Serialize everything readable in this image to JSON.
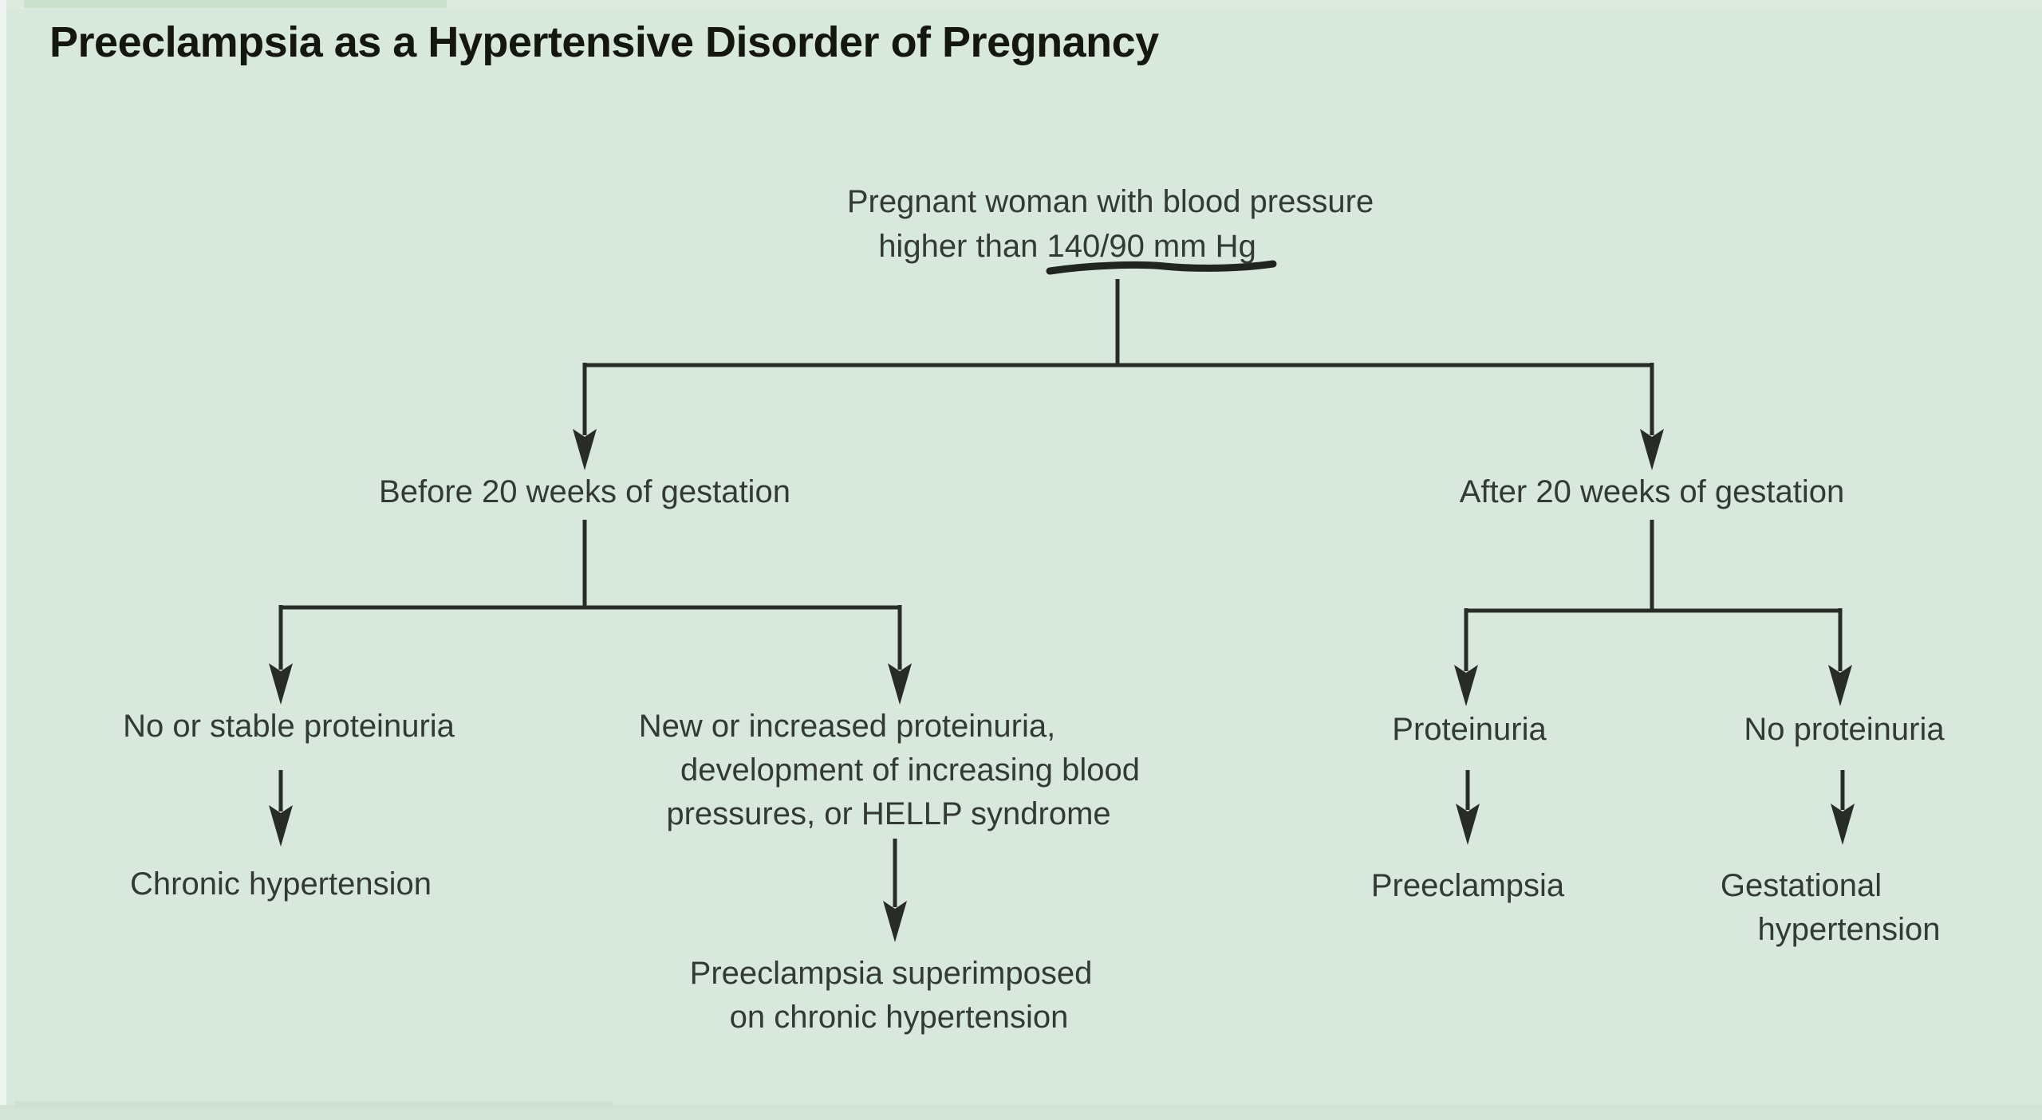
{
  "title": "Preeclampsia as a Hypertensive Disorder of Pregnancy",
  "colors": {
    "background": "#d9e8dc",
    "ink_lines": "#272c26",
    "body_text": "#333a33",
    "title_text": "#14170f"
  },
  "diagram": {
    "root": {
      "line1": "Pregnant woman with blood pressure",
      "line2_prefix": "higher than ",
      "line2_emphasis": "140/90 mm Hg",
      "emphasis_style": "hand-drawn underline"
    },
    "branch_left": {
      "label": "Before 20 weeks of gestation",
      "child1": {
        "label": "No or stable proteinuria",
        "outcome": "Chronic hypertension"
      },
      "child2": {
        "label_line1": "New or increased proteinuria,",
        "label_line2": "development of increasing blood",
        "label_line3": "pressures, or HELLP syndrome",
        "outcome_line1": "Preeclampsia superimposed",
        "outcome_line2": "on chronic hypertension"
      }
    },
    "branch_right": {
      "label": "After 20 weeks of gestation",
      "child1": {
        "label": "Proteinuria",
        "outcome": "Preeclampsia"
      },
      "child2": {
        "label": "No proteinuria",
        "outcome_line1": "Gestational",
        "outcome_line2": "hypertension"
      }
    },
    "edges": [
      {
        "from": "root",
        "to": "before-20-weeks"
      },
      {
        "from": "root",
        "to": "after-20-weeks"
      },
      {
        "from": "before-20-weeks",
        "to": "no-or-stable-proteinuria"
      },
      {
        "from": "before-20-weeks",
        "to": "new-or-increased-proteinuria"
      },
      {
        "from": "no-or-stable-proteinuria",
        "to": "chronic-hypertension"
      },
      {
        "from": "new-or-increased-proteinuria",
        "to": "preeclampsia-superimposed-on-chronic-hypertension"
      },
      {
        "from": "after-20-weeks",
        "to": "proteinuria"
      },
      {
        "from": "after-20-weeks",
        "to": "no-proteinuria"
      },
      {
        "from": "proteinuria",
        "to": "preeclampsia"
      },
      {
        "from": "no-proteinuria",
        "to": "gestational-hypertension"
      }
    ]
  }
}
